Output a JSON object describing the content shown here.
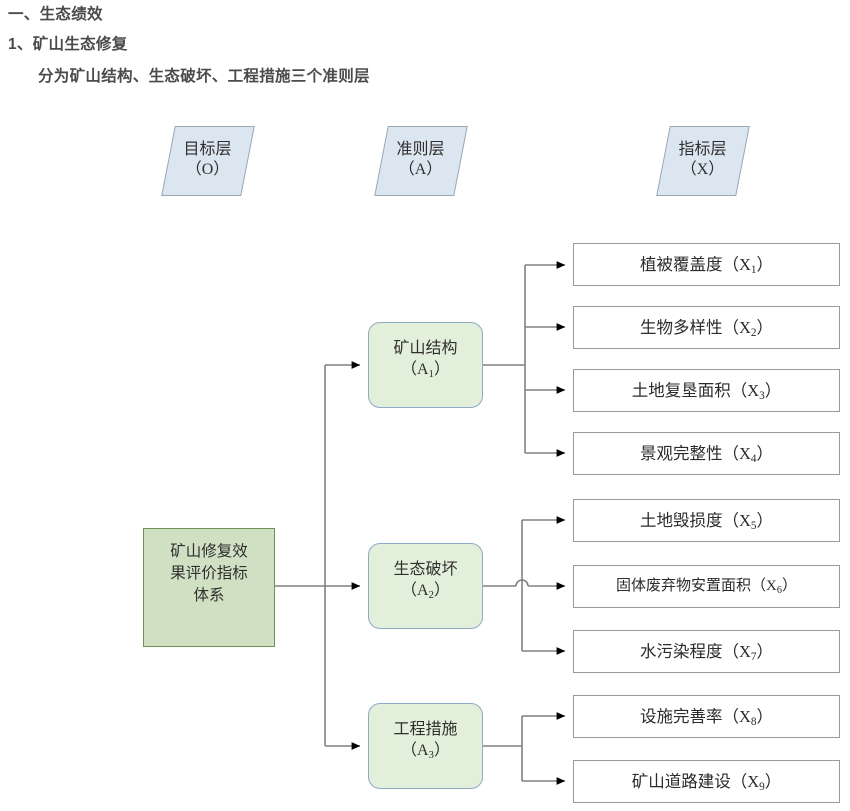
{
  "header": {
    "line1": "一、生态绩效",
    "line2": "1、矿山生态修复",
    "line3": "分为矿山结构、生态破坏、工程措施三个准则层"
  },
  "layers": [
    {
      "name": "goal-layer",
      "title": "目标层",
      "code": "（O）"
    },
    {
      "name": "criteria-layer",
      "title": "准则层",
      "code": "（A）"
    },
    {
      "name": "indicator-layer",
      "title": "指标层",
      "code": "（X）"
    }
  ],
  "goal": {
    "line1": "矿山修复效",
    "line2": "果评价指标",
    "line3": "体系"
  },
  "criteria": [
    {
      "label": "矿山结构",
      "code_base": "（A",
      "code_sub": "1",
      "code_tail": "）"
    },
    {
      "label": "生态破坏",
      "code_base": "（A",
      "code_sub": "2",
      "code_tail": "）"
    },
    {
      "label": "工程措施",
      "code_base": "（A",
      "code_sub": "3",
      "code_tail": "）"
    }
  ],
  "indicators": [
    {
      "label": "植被覆盖度",
      "code_base": "（X",
      "code_sub": "1",
      "code_tail": "）",
      "parent": "A1"
    },
    {
      "label": "生物多样性",
      "code_base": "（X",
      "code_sub": "2",
      "code_tail": "）",
      "parent": "A1"
    },
    {
      "label": "土地复垦面积",
      "code_base": "（X",
      "code_sub": "3",
      "code_tail": "）",
      "parent": "A1"
    },
    {
      "label": "景观完整性",
      "code_base": "（X",
      "code_sub": "4",
      "code_tail": "）",
      "parent": "A1"
    },
    {
      "label": "土地毁损度",
      "code_base": "（X",
      "code_sub": "5",
      "code_tail": "）",
      "parent": "A2"
    },
    {
      "label": "固体废弃物安置面积",
      "code_base": "（X",
      "code_sub": "6",
      "code_tail": "）",
      "parent": "A2"
    },
    {
      "label": "水污染程度",
      "code_base": "（X",
      "code_sub": "7",
      "code_tail": "）",
      "parent": "A2"
    },
    {
      "label": "设施完善率",
      "code_base": "（X",
      "code_sub": "8",
      "code_tail": "）",
      "parent": "A3"
    },
    {
      "label": "矿山道路建设",
      "code_base": "（X",
      "code_sub": "9",
      "code_tail": "）",
      "parent": "A3"
    }
  ],
  "colors": {
    "layer_fill": "#dce6f1",
    "layer_border": "#9aa7b5",
    "goal_fill": "#cfe0c3",
    "goal_border": "#70905c",
    "criteria_fill": "#e2efda",
    "criteria_border": "#8faac4",
    "indicator_fill": "#ffffff",
    "indicator_border": "#9a9a9a",
    "connector": "#808080",
    "arrowhead": "#000000",
    "text": "#2f2f2f",
    "heading_text": "#4b4b4b"
  }
}
